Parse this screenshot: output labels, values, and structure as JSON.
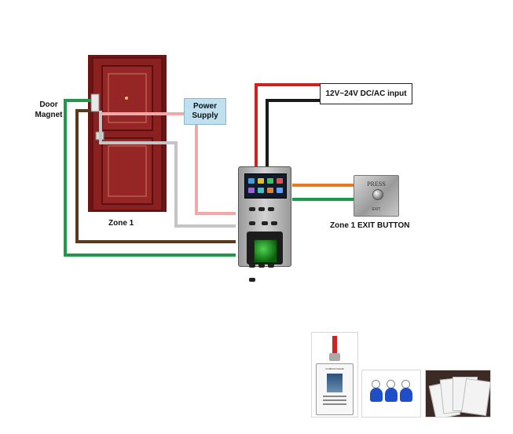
{
  "labels": {
    "door_magnet": "Door\nMagnet",
    "power_supply": "Power\nSupply",
    "input": "12V~24V DC/AC input",
    "zone1_door": "Zone 1",
    "zone1_exit": "Zone 1  EXIT BUTTON"
  },
  "exit_button": {
    "press_label": "PRESS",
    "exit_label": "EXIT"
  },
  "id_badge": {
    "company": "COMPANYNAME"
  },
  "wire_colors": {
    "red": "#d41f1f",
    "black": "#1a1a1a",
    "pink": "#f0a8a8",
    "gray": "#c4c4c4",
    "brown": "#5a3a1e",
    "green": "#1f9a4a",
    "orange": "#e87a1e"
  },
  "door": {
    "frame_color": "#6b1515",
    "panel_color": "#8a2020"
  }
}
